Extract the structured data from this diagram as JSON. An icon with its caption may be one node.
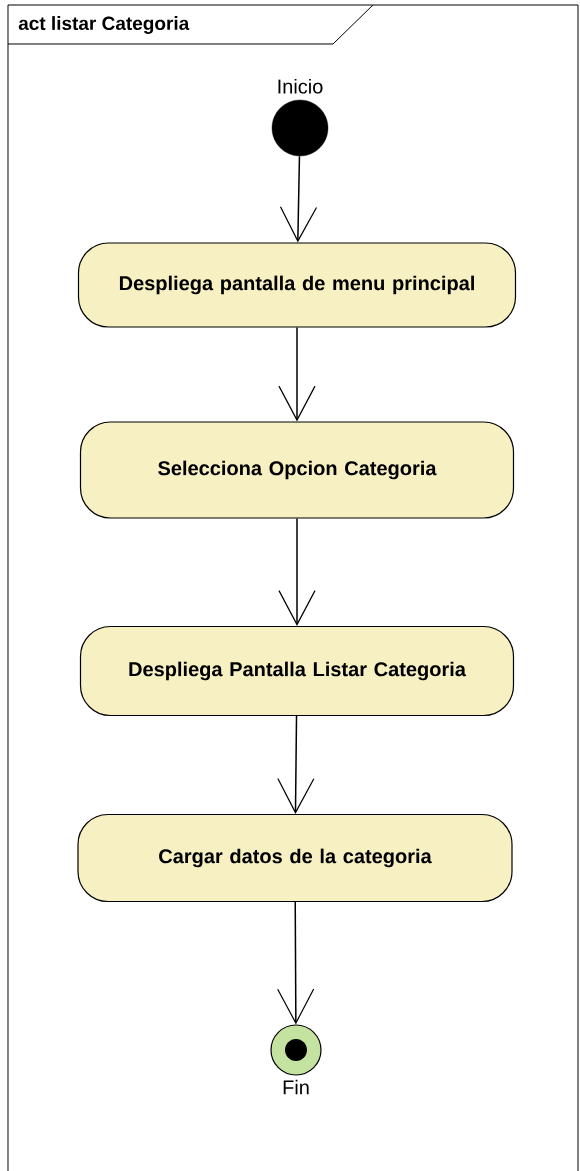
{
  "diagram": {
    "title": "act listar Categoria",
    "nodes": [
      {
        "text": [],
        "shape": "circle",
        "beside": [
          "Inicio"
        ]
      },
      {
        "text": [
          "Despliega pantalla de menu principal"
        ]
      },
      {
        "text": [
          "Selecciona Opcion Categoria"
        ]
      },
      {
        "text": [
          "Despliega Pantalla Listar Categoria"
        ]
      },
      {
        "text": [
          "Cargar datos de la categoria"
        ]
      },
      {
        "text": [],
        "shape": "bullseye",
        "beside": [
          "Fin"
        ]
      }
    ],
    "edges": [
      {
        "from": 0,
        "to": 1,
        "arrow": "to"
      },
      {
        "from": 1,
        "to": 2,
        "arrow": "to"
      },
      {
        "from": 2,
        "to": 3,
        "arrow": "to"
      },
      {
        "from": 3,
        "to": 4,
        "arrow": "to"
      },
      {
        "from": 4,
        "to": 5,
        "arrow": "to"
      }
    ]
  }
}
